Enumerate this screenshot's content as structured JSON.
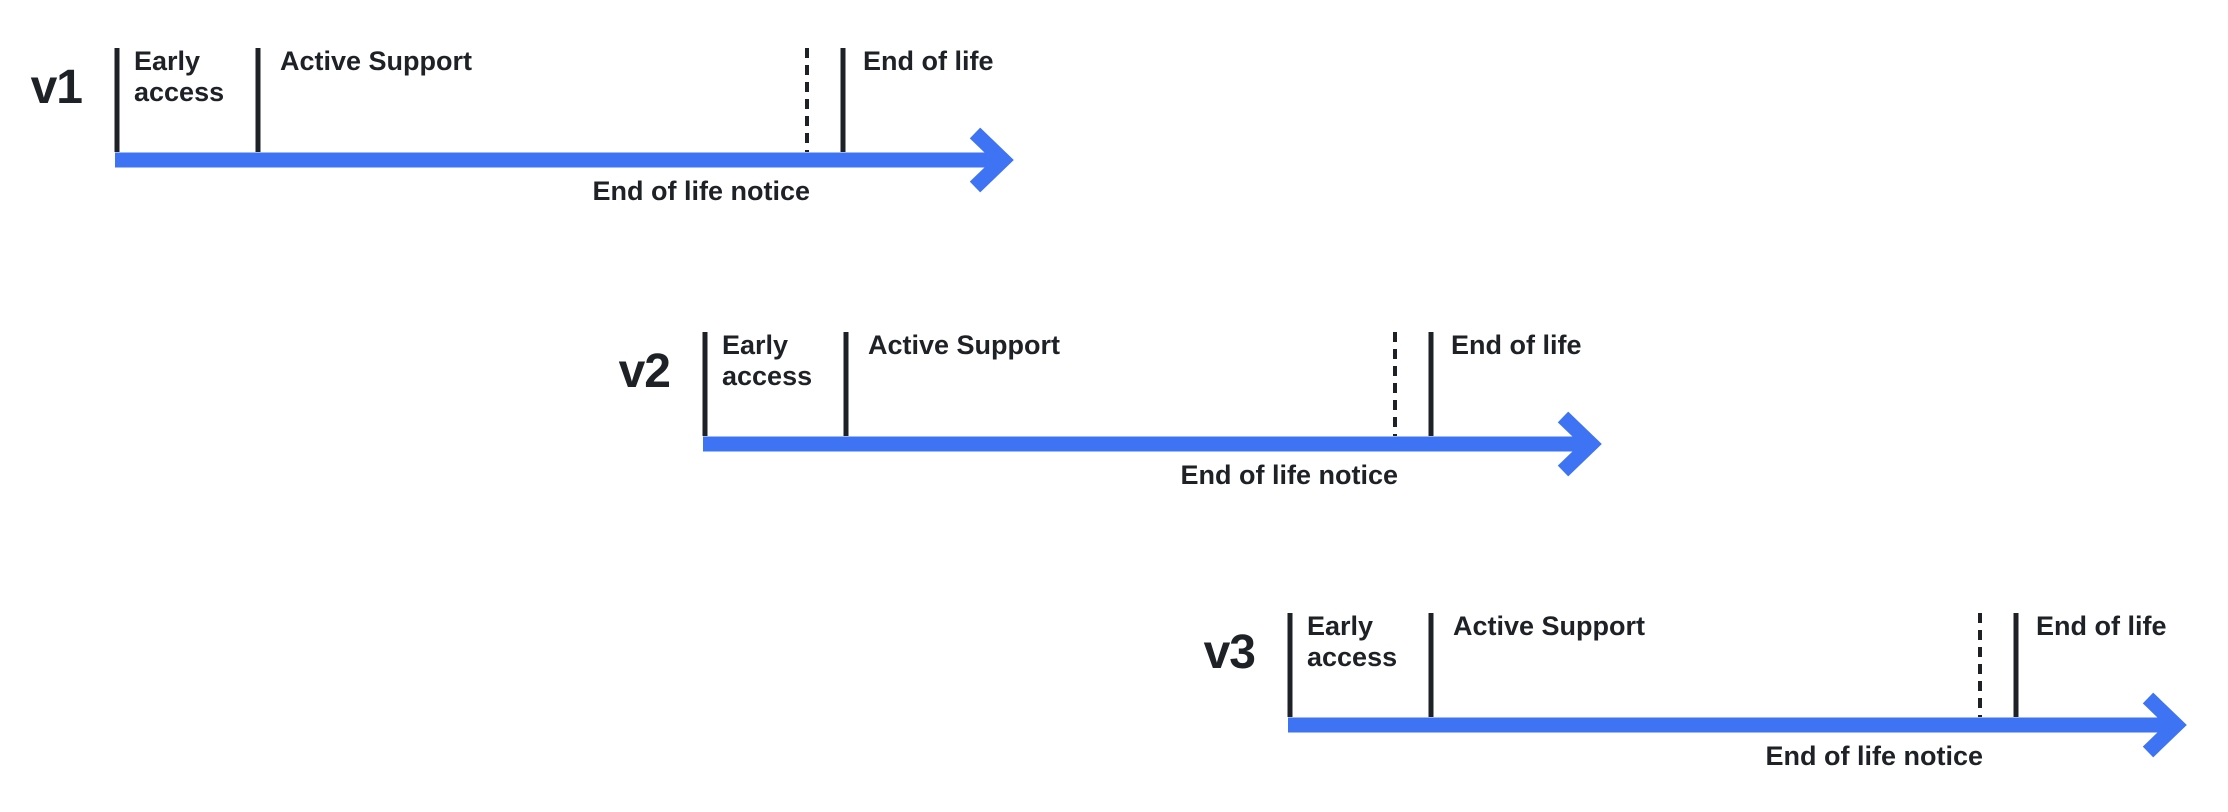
{
  "canvas": {
    "background_color": "#ffffff",
    "accent_blue": "#3e73f4",
    "ink_color": "#1e2126"
  },
  "timelines": [
    {
      "version": "v1",
      "phases": {
        "early_access": "Early access",
        "active_support": "Active Support",
        "end_of_life": "End of life",
        "eol_notice": "End of life notice"
      }
    },
    {
      "version": "v2",
      "phases": {
        "early_access": "Early access",
        "active_support": "Active Support",
        "end_of_life": "End of life",
        "eol_notice": "End of life notice"
      }
    },
    {
      "version": "v3",
      "phases": {
        "early_access": "Early access",
        "active_support": "Active Support",
        "end_of_life": "End of life",
        "eol_notice": "End of life notice"
      }
    }
  ]
}
